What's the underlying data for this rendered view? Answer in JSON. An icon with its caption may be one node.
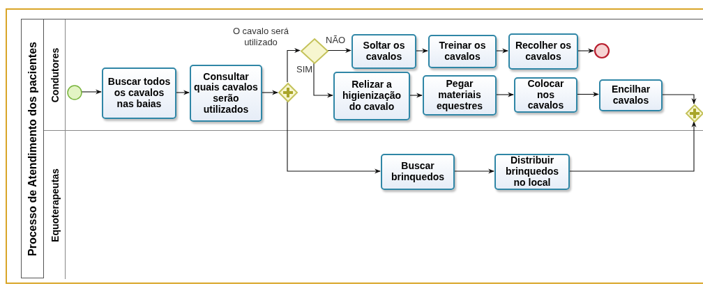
{
  "diagram": {
    "nodes": [
      {
        "text": [
          "Processo de Atendimento dos pacientes"
        ]
      },
      {
        "text": [
          "Condutores"
        ],
        "in": 0
      },
      {
        "text": [
          "Equoterapeutas"
        ],
        "in": 0
      },
      {
        "text": [],
        "shape": "circle",
        "in": 1
      },
      {
        "text": [
          "Buscar todos os cavalos nas baias"
        ],
        "in": 1
      },
      {
        "text": [
          "Consultar quais cavalos serão utilizados"
        ],
        "in": 1
      },
      {
        "text": [],
        "shape": "diamond",
        "in": 1
      },
      {
        "text": [],
        "shape": "diamond",
        "beside": [
          "O cavalo será utilizado"
        ],
        "in": 1
      },
      {
        "text": [
          "Soltar os cavalos"
        ],
        "in": 1
      },
      {
        "text": [
          "Treinar os cavalos"
        ],
        "in": 1
      },
      {
        "text": [
          "Recolher os cavalos"
        ],
        "in": 1
      },
      {
        "text": [],
        "shape": "circle",
        "in": 1
      },
      {
        "text": [
          "Relizar a higienização do cavalo"
        ],
        "in": 1
      },
      {
        "text": [
          "Pegar materiais equestres"
        ],
        "in": 1
      },
      {
        "text": [
          "Colocar nos cavalos"
        ],
        "in": 1
      },
      {
        "text": [
          "Encilhar cavalos"
        ],
        "in": 1
      },
      {
        "text": [],
        "shape": "diamond",
        "in": 1
      },
      {
        "text": [
          "Buscar brinquedos"
        ],
        "in": 2
      },
      {
        "text": [
          "Distribuir brinquedos no local"
        ],
        "in": 2
      }
    ],
    "edges": [
      {
        "from": 3,
        "to": 4,
        "arrow": "to"
      },
      {
        "from": 4,
        "to": 5,
        "arrow": "to"
      },
      {
        "from": 5,
        "to": 6,
        "arrow": "to"
      },
      {
        "from": 6,
        "to": 7,
        "arrow": "to"
      },
      {
        "from": 7,
        "to": 8,
        "arrow": "to",
        "label": "NÃO"
      },
      {
        "from": 8,
        "to": 9,
        "arrow": "to"
      },
      {
        "from": 9,
        "to": 10,
        "arrow": "to"
      },
      {
        "from": 10,
        "to": 11,
        "arrow": "to"
      },
      {
        "from": 7,
        "to": 12,
        "arrow": "to",
        "label": "SIM"
      },
      {
        "from": 12,
        "to": 13,
        "arrow": "to"
      },
      {
        "from": 13,
        "to": 14,
        "arrow": "to"
      },
      {
        "from": 14,
        "to": 15,
        "arrow": "to"
      },
      {
        "from": 15,
        "to": 16,
        "arrow": "to"
      },
      {
        "from": 6,
        "to": 17,
        "arrow": "to"
      },
      {
        "from": 17,
        "to": 18,
        "arrow": "to"
      },
      {
        "from": 18,
        "to": 16,
        "arrow": "to"
      }
    ]
  }
}
